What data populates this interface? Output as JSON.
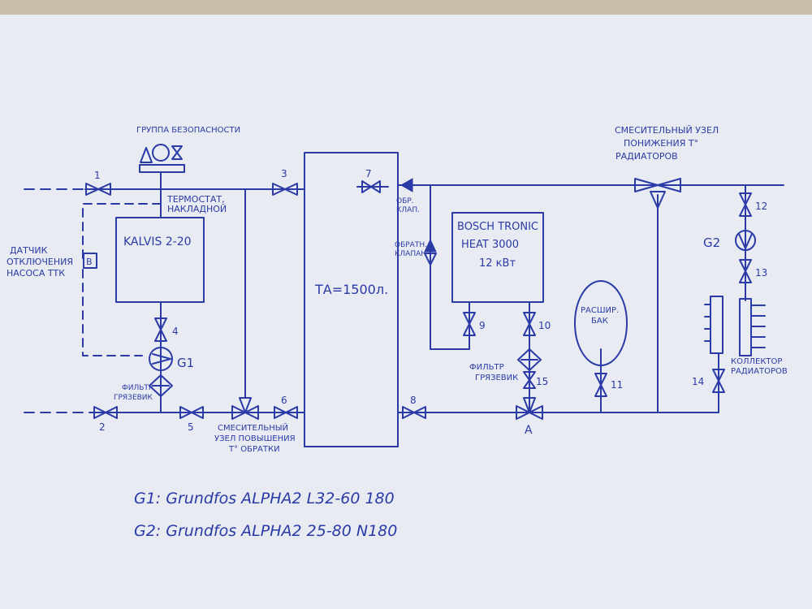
{
  "labels": {
    "safety_group": "ГРУППА БЕЗОПАСНОСТИ",
    "thermostat_line1": "ТЕРМОСТАТ,",
    "thermostat_line2": "НАКЛАДНОЙ",
    "sensor_line1": "ДАТЧИК",
    "sensor_line2": "ОТКЛЮЧЕНИЯ",
    "sensor_line3": "НАСОСА ТТК",
    "sensor_box": "В",
    "boiler_kalvis": "KALVIS 2-20",
    "tank": "ТА=1500л.",
    "bosch_line1": "BOSCH TRONIC",
    "bosch_line2": "HEAT 3000",
    "bosch_line3": "12 кВт",
    "exp_tank_line1": "РАСШИР.",
    "exp_tank_line2": "БАК",
    "mix_low_line1": "СМЕСИТЕЛЬНЫЙ УЗЕЛ",
    "mix_low_line2": "ПОНИЖЕНИЯ Т°",
    "mix_low_line3": "РАДИАТОРОВ",
    "mix_high_line1": "СМЕСИТЕЛЬНЫЙ",
    "mix_high_line2": "УЗЕЛ ПОВЫШЕНИЯ",
    "mix_high_line3": "Т° ОБРАТКИ",
    "filter_left_line1": "ФИЛЬТР",
    "filter_left_line2": "ГРЯЗЕВИК",
    "filter_right_line1": "ФИЛЬТР",
    "filter_right_line2": "ГРЯЗЕВИК",
    "check_valve1_line1": "ОБР.",
    "check_valve1_line2": "КЛАП.",
    "check_valve2_line1": "ОБРАТН.",
    "check_valve2_line2": "КЛАПАН",
    "collector_line1": "КОЛЛЕКТОР",
    "collector_line2": "РАДИАТОРОВ",
    "pump_g1": "G1",
    "pump_g2": "G2",
    "point_a": "А",
    "v1": "1",
    "v2": "2",
    "v3": "3",
    "v4": "4",
    "v5": "5",
    "v6": "6",
    "v7": "7",
    "v8": "8",
    "v9": "9",
    "v10": "10",
    "v11": "11",
    "v12": "12",
    "v13": "13",
    "v14": "14",
    "v15": "15"
  },
  "legend": {
    "g1": "G1:  Grundfos  ALPHA2  L32-60  180",
    "g2": "G2:  Grundfos  ALPHA2  25-80  N180"
  },
  "colors": {
    "ink": "#2a3aa6",
    "paper": "#e9ebf3",
    "background": "#c9bfa8"
  }
}
